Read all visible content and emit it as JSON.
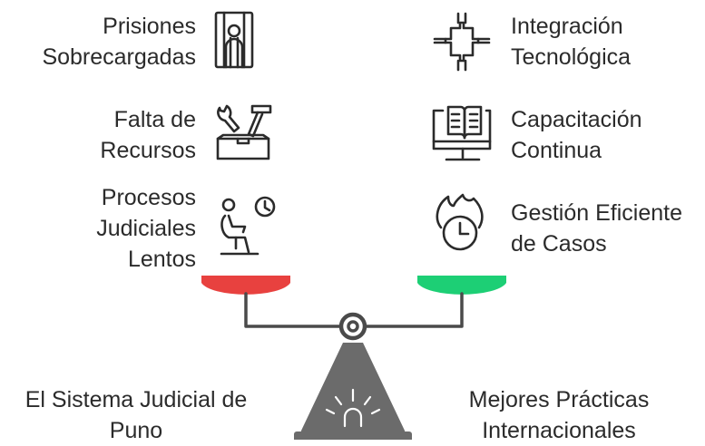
{
  "left_issues": [
    {
      "lines": [
        "Prisiones",
        "Sobrecargadas"
      ],
      "icon": "prison-bars-icon"
    },
    {
      "lines": [
        "Falta de",
        "Recursos"
      ],
      "icon": "tools-box-icon"
    },
    {
      "lines": [
        "Procesos",
        "Judiciales",
        "Lentos"
      ],
      "icon": "waiting-person-clock-icon"
    }
  ],
  "right_solutions": [
    {
      "lines": [
        "Integración",
        "Tecnológica"
      ],
      "icon": "circuit-chip-icon"
    },
    {
      "lines": [
        "Capacitación",
        "Continua"
      ],
      "icon": "monitor-book-icon"
    },
    {
      "lines": [
        "Gestión Eficiente",
        "de Casos"
      ],
      "icon": "clock-flame-icon"
    }
  ],
  "left_caption": [
    "El Sistema Judicial de",
    "Puno"
  ],
  "right_caption": [
    "Mejores Prácticas",
    "Internacionales"
  ],
  "colors": {
    "left_pan": "#e8413f",
    "right_pan": "#1dcf75",
    "beam": "#4a4a4a",
    "base": "#6b6b6b",
    "text": "#2b2b2b"
  }
}
